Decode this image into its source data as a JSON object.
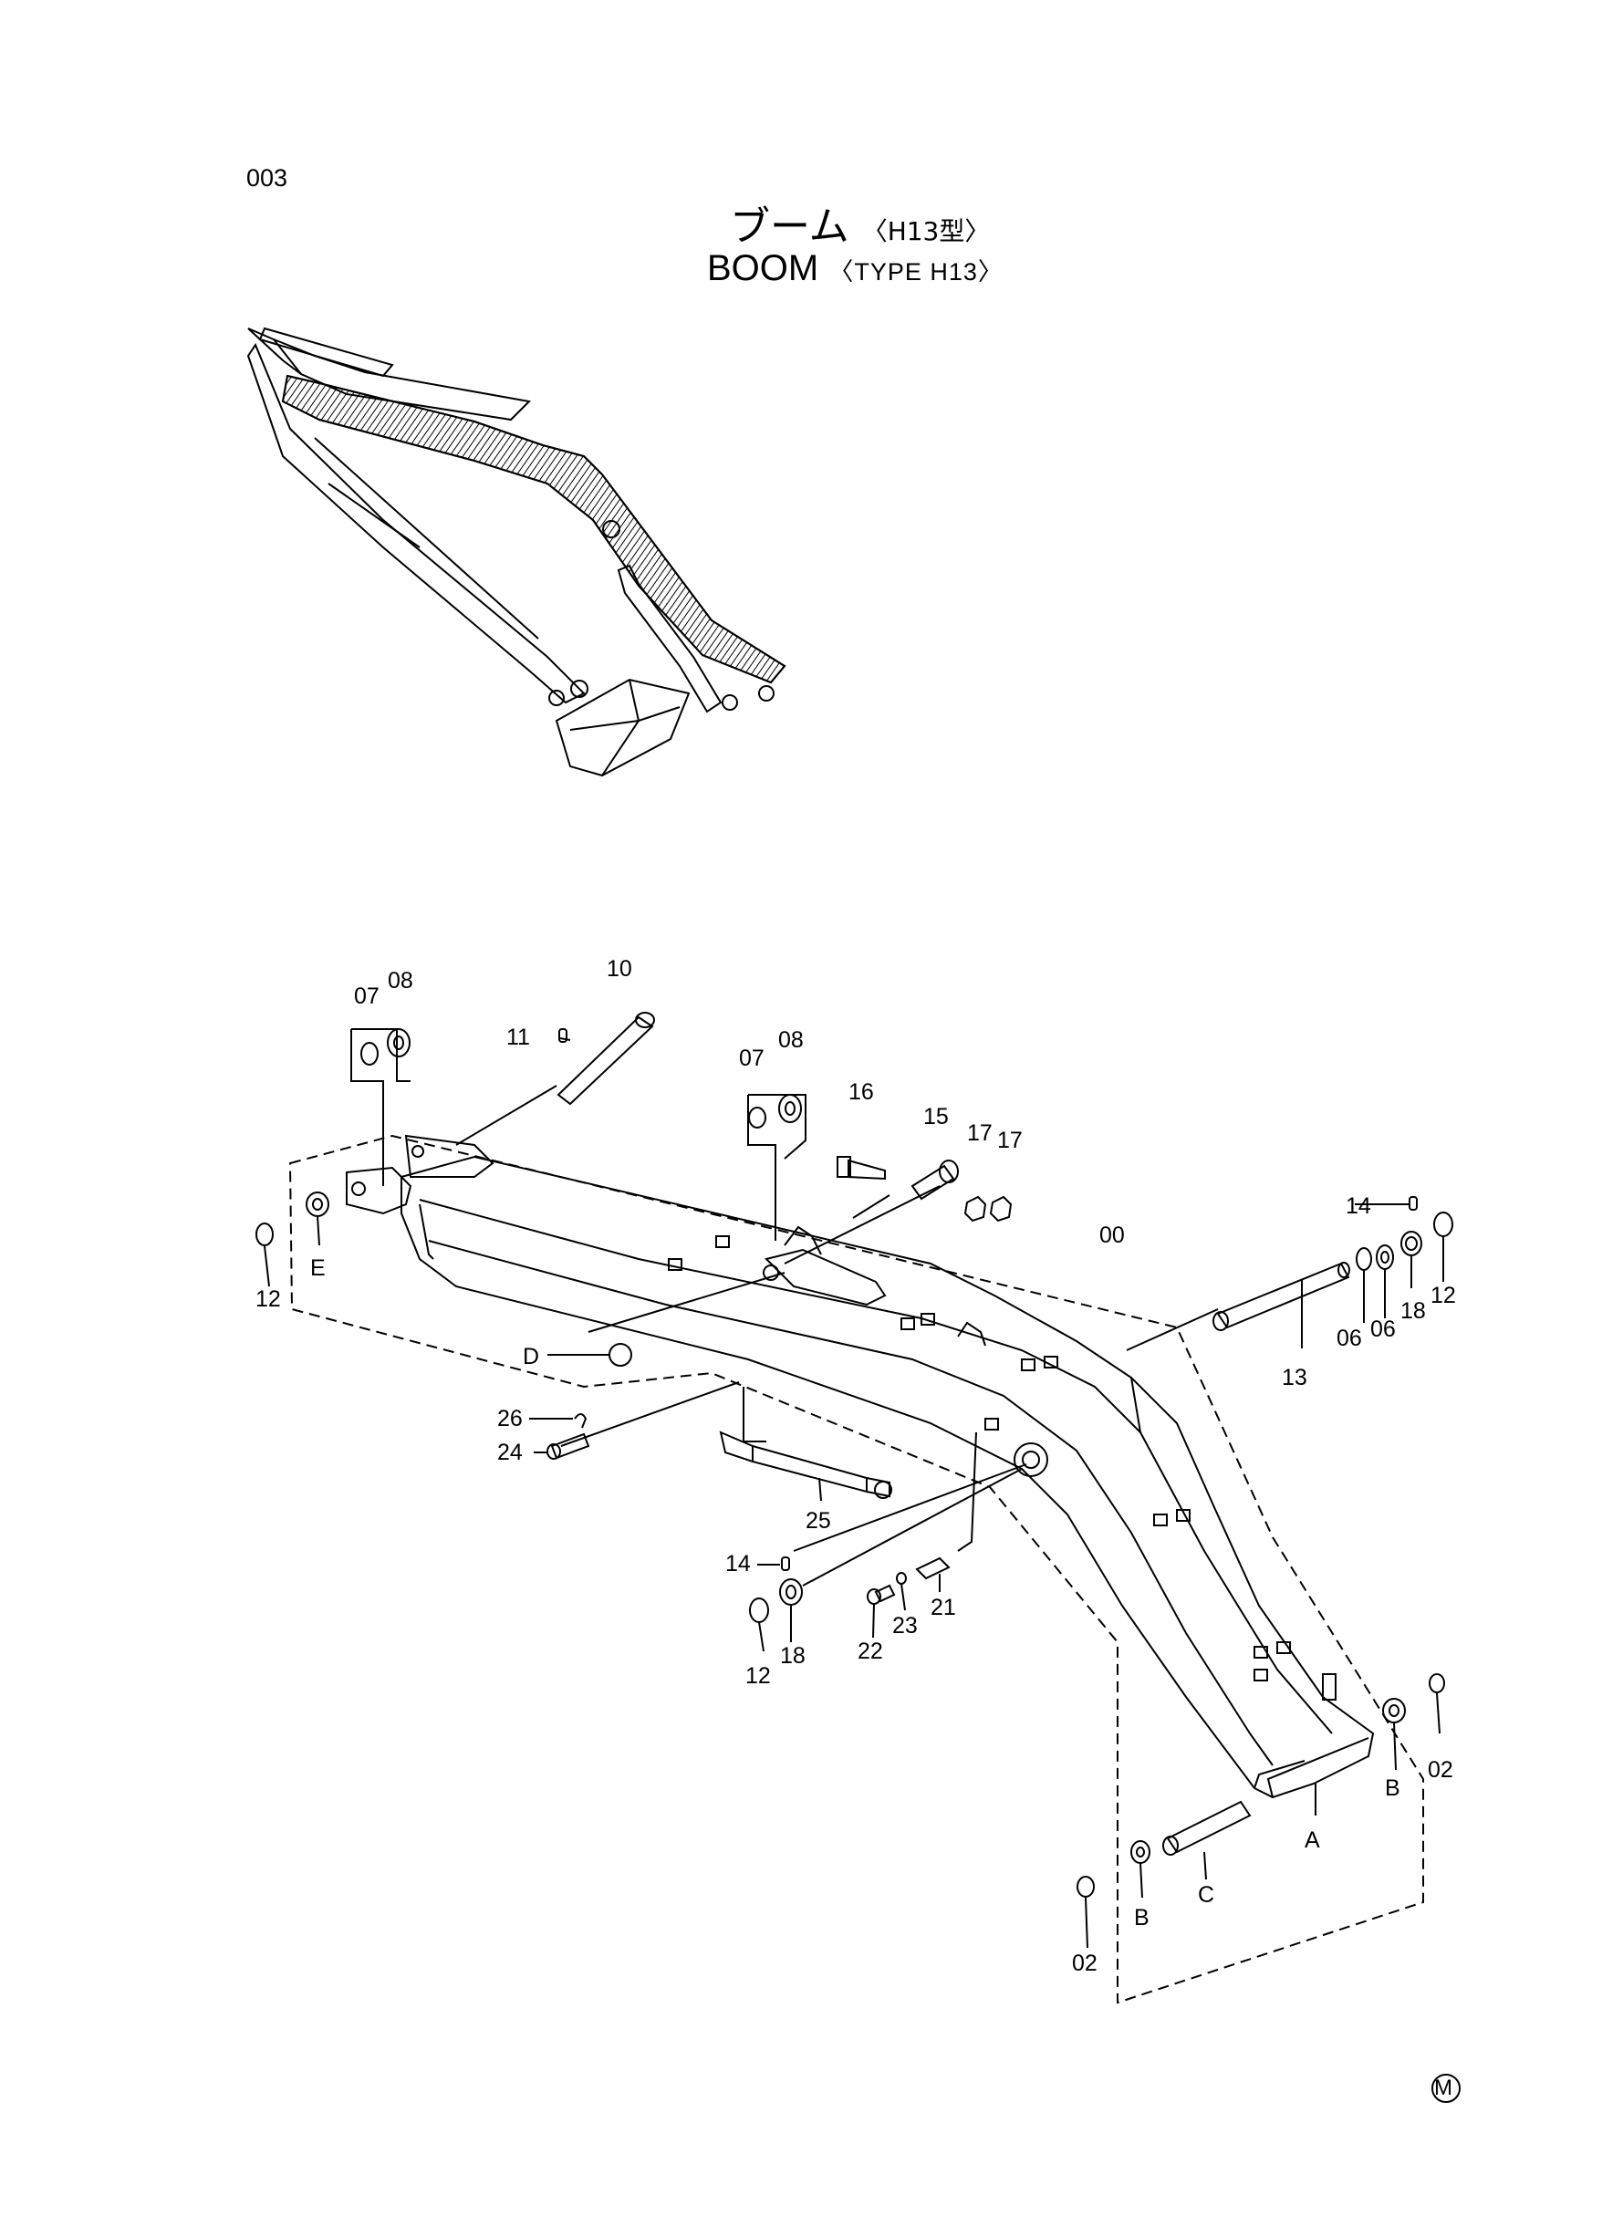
{
  "header": {
    "page_number": "003",
    "title_jp": "ブーム",
    "title_jp_type": "〈H13型〉",
    "title_en": "BOOM",
    "title_en_type": "〈TYPE H13〉"
  },
  "callouts": {
    "c00": "00",
    "c02a": "02",
    "c02b": "02",
    "c06a": "06",
    "c06b": "06",
    "c07a": "07",
    "c07b": "07",
    "c08a": "08",
    "c08b": "08",
    "c10": "10",
    "c11": "11",
    "c12a": "12",
    "c12b": "12",
    "c12c": "12",
    "c13": "13",
    "c14a": "14",
    "c14b": "14",
    "c15": "15",
    "c16": "16",
    "c17a": "17",
    "c17b": "17",
    "c18a": "18",
    "c18b": "18",
    "c21": "21",
    "c22": "22",
    "c23": "23",
    "c24": "24",
    "c25": "25",
    "c26": "26",
    "cA": "A",
    "cB1": "B",
    "cB2": "B",
    "cC": "C",
    "cD": "D",
    "cE": "E"
  },
  "footer": {
    "mark": "M"
  }
}
